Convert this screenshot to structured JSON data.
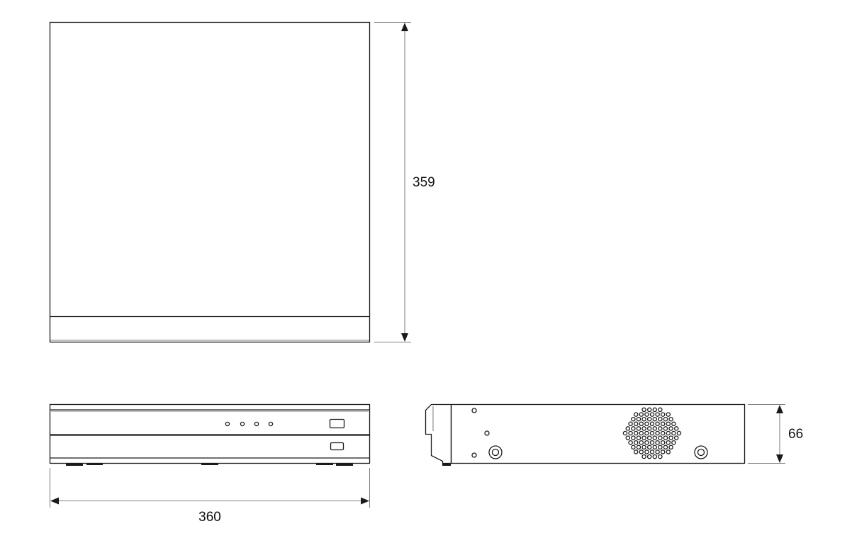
{
  "dimensions": {
    "depth_label": "359",
    "width_label": "360",
    "height_label": "66"
  },
  "front_view": {
    "indicator_led_count": 4,
    "button_count": 2
  },
  "side_view": {
    "vent_hole_grid": "circular"
  },
  "colors": {
    "line": "#1a1a1a",
    "background": "#ffffff"
  }
}
